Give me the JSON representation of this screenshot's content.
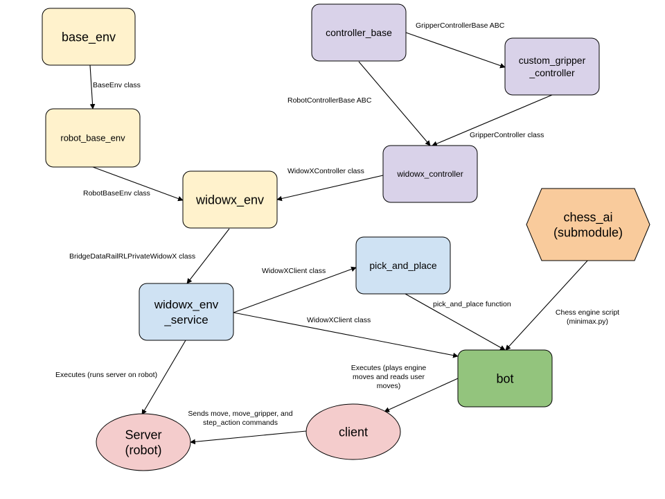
{
  "nodes": {
    "base_env": {
      "lines": [
        "base_env"
      ],
      "fill": "#fff2cc"
    },
    "controller_base": {
      "lines": [
        "controller_base"
      ],
      "fill": "#d9d2e9"
    },
    "custom_gripper_controller": {
      "lines": [
        "custom_gripper",
        "_controller"
      ],
      "fill": "#d9d2e9"
    },
    "robot_base_env": {
      "lines": [
        "robot_base_env"
      ],
      "fill": "#fff2cc"
    },
    "widowx_controller": {
      "lines": [
        "widowx_controller"
      ],
      "fill": "#d9d2e9"
    },
    "widowx_env": {
      "lines": [
        "widowx_env"
      ],
      "fill": "#fff2cc"
    },
    "chess_ai": {
      "lines": [
        "chess_ai",
        "(submodule)"
      ],
      "fill": "#f9cb9c"
    },
    "pick_and_place": {
      "lines": [
        "pick_and_place"
      ],
      "fill": "#cfe2f3"
    },
    "widowx_env_service": {
      "lines": [
        "widowx_env",
        "_service"
      ],
      "fill": "#cfe2f3"
    },
    "bot": {
      "lines": [
        "bot"
      ],
      "fill": "#93c47d"
    },
    "client": {
      "lines": [
        "client"
      ],
      "fill": "#f4cccc"
    },
    "server": {
      "lines": [
        "Server",
        "(robot)"
      ],
      "fill": "#f4cccc"
    }
  },
  "edges": [
    {
      "from": "base_env",
      "to": "robot_base_env",
      "label": [
        "BaseEnv class"
      ]
    },
    {
      "from": "controller_base",
      "to": "custom_gripper_controller",
      "label": [
        "GripperControllerBase ABC"
      ]
    },
    {
      "from": "controller_base",
      "to": "widowx_controller",
      "label": [
        "RobotControllerBase ABC"
      ]
    },
    {
      "from": "custom_gripper_controller",
      "to": "widowx_controller",
      "label": [
        "GripperController class"
      ]
    },
    {
      "from": "robot_base_env",
      "to": "widowx_env",
      "label": [
        "RobotBaseEnv class"
      ]
    },
    {
      "from": "widowx_controller",
      "to": "widowx_env",
      "label": [
        "WidowXController class"
      ]
    },
    {
      "from": "widowx_env",
      "to": "widowx_env_service",
      "label": [
        "BridgeDataRailRLPrivateWidowX class"
      ]
    },
    {
      "from": "widowx_env_service",
      "to": "pick_and_place",
      "label": [
        "WidowXClient class"
      ]
    },
    {
      "from": "widowx_env_service",
      "to": "bot",
      "label": [
        "WidowXClient class"
      ]
    },
    {
      "from": "pick_and_place",
      "to": "bot",
      "label": [
        "pick_and_place function"
      ]
    },
    {
      "from": "chess_ai",
      "to": "bot",
      "label": [
        "Chess engine script",
        "(minimax.py)"
      ]
    },
    {
      "from": "widowx_env_service",
      "to": "server",
      "label": [
        "Executes (runs server on robot)"
      ]
    },
    {
      "from": "bot",
      "to": "client",
      "label": [
        "Executes (plays engine",
        "moves and reads user",
        "moves)"
      ]
    },
    {
      "from": "client",
      "to": "server",
      "label": [
        "Sends move, move_gripper, and",
        "step_action commands"
      ]
    }
  ]
}
